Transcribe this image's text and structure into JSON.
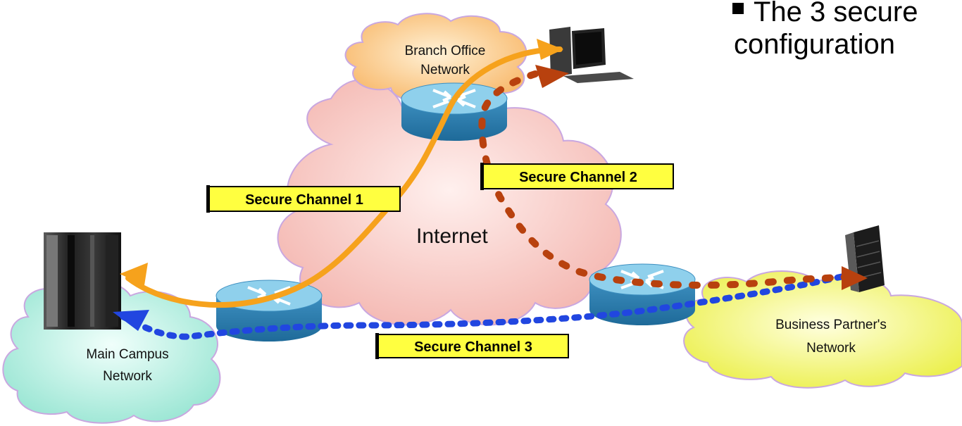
{
  "bullet": {
    "line1": "The 3 secure",
    "line2": "configuration"
  },
  "clouds": {
    "branch": [
      "Branch Office",
      "Network"
    ],
    "internet": "Internet",
    "main": [
      "Main Campus",
      "Network"
    ],
    "partner": [
      "Business Partner's",
      "Network"
    ]
  },
  "channels": {
    "ch1": "Secure Channel 1",
    "ch2": "Secure Channel 2",
    "ch3": "Secure Channel 3"
  },
  "colors": {
    "internet_cloud": "#f6c9c5",
    "branch_cloud": "#fbc982",
    "main_cloud": "#c8f2e6",
    "partner_cloud": "#f2f57c",
    "router": "#5fb3d6",
    "channel1": "#f6a21c",
    "channel2": "#b8410e",
    "channel3": "#2146e0",
    "label_bg": "#ffff40"
  }
}
